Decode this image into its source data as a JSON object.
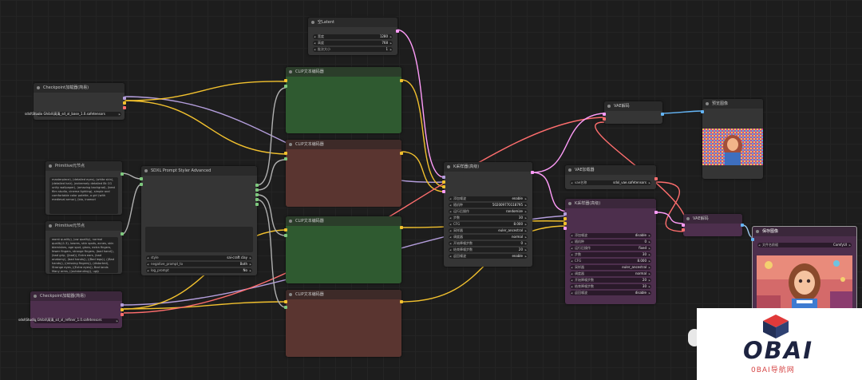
{
  "nodes": {
    "empty_latent": {
      "title": "空Latent",
      "widgets": [
        {
          "label": "宽度",
          "value": "1280"
        },
        {
          "label": "高度",
          "value": "768"
        },
        {
          "label": "批次大小",
          "value": "1"
        }
      ]
    },
    "checkpoint_base": {
      "title": "Checkpoint加载器(简易)",
      "model_label": "sdxl\\Studio Ghibli\\高清_sd_xl_base_1.0.safetensors"
    },
    "primitive_1": {
      "title": "Primitive元节点",
      "text": "masterpiece), (detailed eyes), (white skin), (detailed hair), (extremely detailed 8k CG unity wallpaper), (amazing backgrad), (best film studio, cinema lighting), simple and comfortable color palette, a girl (with medieval armor), (bio, inamori"
    },
    "primitive_2": {
      "title": "Primitive元节点",
      "text": "worst quality), (ow quality), normal quality)1.3), lowres, skin spots, acnes, skin blemishes, age spot, glans, extra fingers, fewer fingers, strange fingers, (bad hand)), (bad grip, ((bad)), Extra ears, (bad anatomy), (bad hands)), ((Bad legs)), ((Bad hands)), ((missing fingers)), (distorted), Strange eyes, ((Extra eyes)), Bad lands Many arms, ((outstanding)), ugly"
    },
    "sdxl_styler": {
      "title": "SDXL Prompt Styler Advanced",
      "widgets": [
        {
          "label": "style",
          "value": "sai-craft clay"
        },
        {
          "label": "negative_prompt_to",
          "value": "Both"
        },
        {
          "label": "log_prompt",
          "value": "No"
        }
      ]
    },
    "checkpoint_refiner": {
      "title": "Checkpoint加载器(简易)",
      "model_label": "sdxl\\Studio Ghibli\\高清_sd_xl_refiner_1.0.safetensors"
    },
    "clip_1": {
      "title": "CLIP文本编码器"
    },
    "clip_2": {
      "title": "CLIP文本编码器"
    },
    "clip_3": {
      "title": "CLIP文本编码器"
    },
    "clip_4": {
      "title": "CLIP文本编码器"
    },
    "ksampler_1": {
      "title": "K采样器(高级)",
      "widgets": [
        {
          "label": "添加噪波",
          "value": "enable"
        },
        {
          "label": "随机种",
          "value": "502009770118795"
        },
        {
          "label": "运行后操作",
          "value": "randomize"
        },
        {
          "label": "步数",
          "value": "30"
        },
        {
          "label": "CFG",
          "value": "8.000"
        },
        {
          "label": "采样器",
          "value": "euler_ancestral"
        },
        {
          "label": "调度器",
          "value": "normal"
        },
        {
          "label": "开始降噪步数",
          "value": "0"
        },
        {
          "label": "结束降噪步数",
          "value": "20"
        },
        {
          "label": "返回噪波",
          "value": "enable"
        }
      ]
    },
    "vae_loader": {
      "title": "VAE加载器",
      "widgets": [
        {
          "label": "vae名称",
          "value": "sdxl_vae.safetensors"
        }
      ]
    },
    "ksampler_2": {
      "title": "K采样器(高级)",
      "widgets": [
        {
          "label": "添加噪波",
          "value": "disable"
        },
        {
          "label": "随机种",
          "value": "0"
        },
        {
          "label": "运行后操作",
          "value": "fixed"
        },
        {
          "label": "步数",
          "value": "30"
        },
        {
          "label": "CFG",
          "value": "8.000"
        },
        {
          "label": "采样器",
          "value": "euler_ancestral"
        },
        {
          "label": "调度器",
          "value": "normal"
        },
        {
          "label": "开始降噪步数",
          "value": "20"
        },
        {
          "label": "结束降噪步数",
          "value": "30"
        },
        {
          "label": "返回噪波",
          "value": "disable"
        }
      ]
    },
    "vae_decode_1": {
      "title": "VAE解码"
    },
    "preview": {
      "title": "预览图像"
    },
    "vae_decode_2": {
      "title": "VAE解码"
    },
    "save_image": {
      "title": "保存图像",
      "widgets": [
        {
          "label": "文件名前缀",
          "value": "ComfyUI"
        }
      ]
    }
  },
  "watermark": {
    "text": "OBAI",
    "sub": "0BAI导航网"
  },
  "colors": {
    "wire_model": "#b39ddb",
    "wire_clip": "#f2c12e",
    "wire_latent": "#ff9cf9",
    "wire_vae": "#ff6e6e",
    "wire_image": "#64b5f6",
    "wire_string": "#9e9e9e"
  }
}
